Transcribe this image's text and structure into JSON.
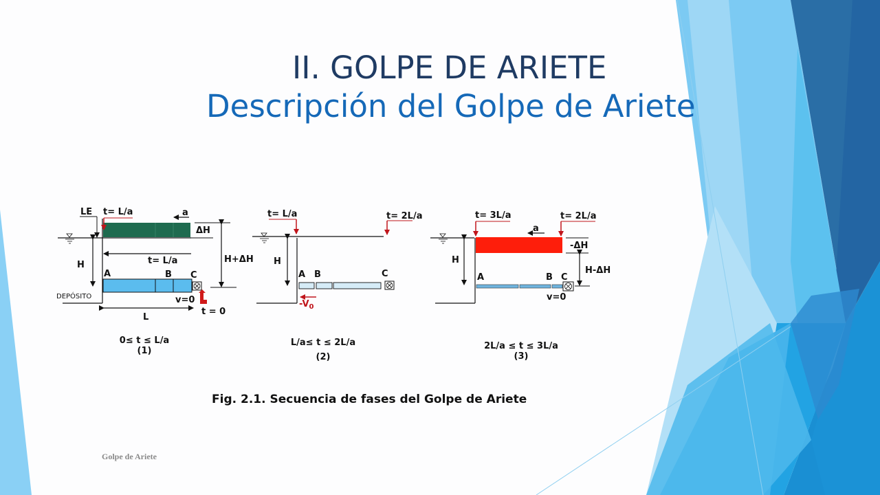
{
  "slide": {
    "title_line1": "II. GOLPE DE ARIETE",
    "title_line2": "Descripción del Golpe de Ariete",
    "footer": "Golpe de Ariete",
    "colors": {
      "title_dark": "#1f3b63",
      "title_blue": "#1569b8",
      "pipe_light_blue": "#5bbcee",
      "surge_green": "#1e6b4f",
      "surge_red": "#fe1e0b",
      "pipe_pale": "#d6ecf7",
      "pipe_thin_blue": "#6fb4de",
      "arrow_red": "#c0151b"
    }
  },
  "figure": {
    "caption": "Fig. 2.1. Secuencia de fases del Golpe de Ariete",
    "phases": [
      {
        "id": "1",
        "range": "0≤ t ≤ L/a",
        "number": "(1)",
        "labels": {
          "le": "LE",
          "t_top": "t= L/a",
          "a": "a",
          "dh": "ΔH",
          "h": "H",
          "h_plus_dh": "H+ΔH",
          "t_mid": "t= L/a",
          "A": "A",
          "B": "B",
          "C": "C",
          "reservoir": "DEPÓSITO",
          "v": "v=0",
          "t0": "t = 0",
          "L": "L"
        }
      },
      {
        "id": "2",
        "range": "L/a≤ t ≤ 2L/a",
        "number": "(2)",
        "labels": {
          "t_left": "t= L/a",
          "t_right": "t= 2L/a",
          "h": "H",
          "A": "A",
          "B": "B",
          "C": "C",
          "v": "-V",
          "v_sub": "0"
        }
      },
      {
        "id": "3",
        "range": "2L/a ≤ t ≤ 3L/a",
        "number": "(3)",
        "labels": {
          "t_left": "t= 3L/a",
          "t_right": "t= 2L/a",
          "a": "a",
          "neg_dh": "-ΔH",
          "h": "H",
          "h_minus_dh": "H-ΔH",
          "A": "A",
          "B": "B",
          "C": "C",
          "v": "v=0"
        }
      }
    ]
  }
}
